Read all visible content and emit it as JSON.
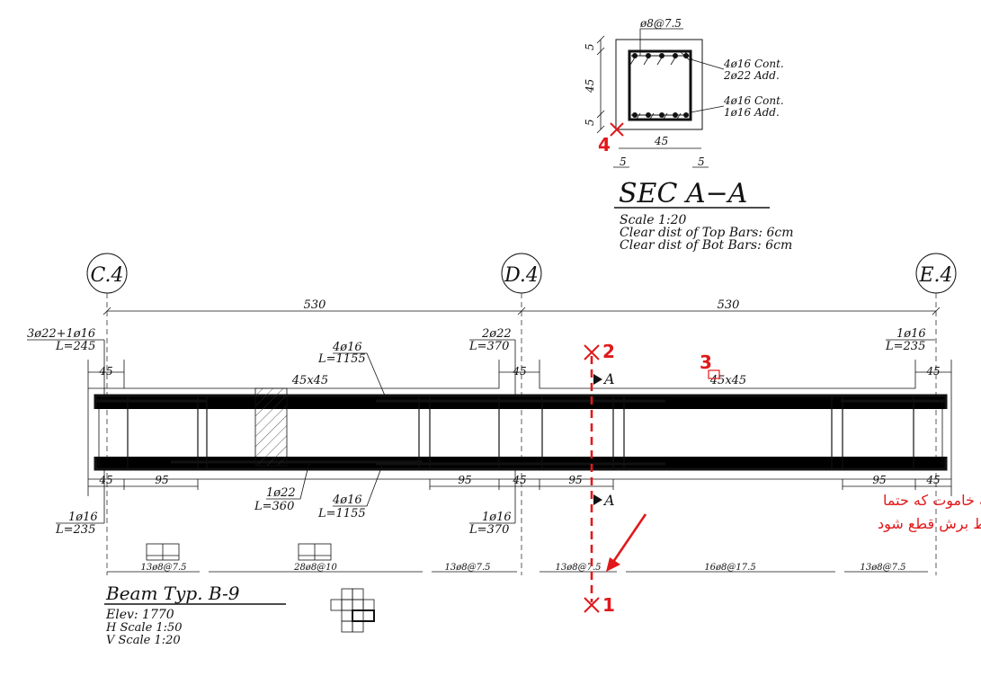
{
  "section": {
    "stirrup_label": "ø8@7.5",
    "dim_top": "5",
    "dim_mid": "45",
    "dim_bot": "5",
    "width": "45",
    "cover_left": "5",
    "cover_right": "5",
    "top_cont": "4ø16  Cont.",
    "top_add": "2ø22  Add.",
    "bot_cont": "4ø16  Cont.",
    "bot_add": "1ø16  Add.",
    "title": "SEC  A−A",
    "notes": [
      "Scale  1:20",
      "Clear  dist  of  Top  Bars:  6cm",
      "Clear  dist  of  Bot  Bars:  6cm"
    ]
  },
  "grid": {
    "labels": [
      "C.4",
      "D.4",
      "E.4"
    ],
    "spans": [
      "530",
      "530"
    ]
  },
  "beam": {
    "top_left_bar": "3ø22+1ø16",
    "top_left_len": "L=245",
    "top_mid_bar": "2ø22",
    "top_mid_len": "L=370",
    "top_right_bar": "1ø16",
    "top_right_len": "L=235",
    "cont_top_bar": "4ø16",
    "cont_top_len": "L=1155",
    "section_size_1": "45x45",
    "section_size_2": "45x45",
    "support_dims": [
      "45",
      "45",
      "45",
      "45",
      "45",
      "45"
    ],
    "stirrup_zone_dims": [
      "95",
      "95",
      "95",
      "95"
    ],
    "bot_bar_22": "1ø22",
    "bot_bar_22_len": "L=360",
    "bot_cont_bar": "4ø16",
    "bot_cont_len": "L=1155",
    "bot_left_bar": "1ø16",
    "bot_left_len": "L=235",
    "bot_mid_bar": "1ø16",
    "bot_mid_len": "L=370",
    "cut_label": "A",
    "stirrups": [
      "13ø8@7.5",
      "28ø8@10",
      "13ø8@7.5",
      "13ø8@7.5",
      "16ø8@17.5",
      "13ø8@7.5"
    ]
  },
  "title_block": {
    "title": "Beam  Typ.  B-9",
    "elev": "Elev:  1770",
    "h_scale": "H  Scale  1:50",
    "v_scale": "V  Scale  1:20"
  },
  "annotations": {
    "marker_1": "1",
    "marker_2": "2",
    "marker_3": "3",
    "marker_4": "4",
    "note_line1": "خط زیر نوشته خاموت که حتما",
    "note_line2": "باید توسط خط برش قطع شود",
    "accent_color": "#e0191b"
  }
}
